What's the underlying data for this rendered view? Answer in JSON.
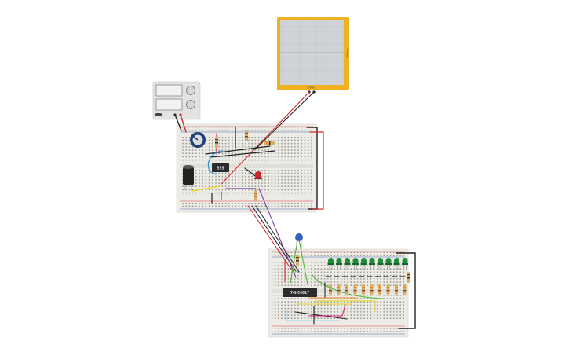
{
  "components": {
    "ic555": {
      "label": "555"
    },
    "counter": {
      "label": "74HC4017"
    },
    "oscilloscope": {
      "x_label": "Time",
      "y_label": "Voltage"
    }
  },
  "led_count": 10,
  "colors": {
    "breadboard": "#ecebe6",
    "rail_red": "#d93d3d",
    "rail_blue": "#4a6fb5",
    "led_green": "#1f8a3a",
    "led_red": "#c8262b",
    "scope_frame": "#f2b01e",
    "wire_red": "#d82929",
    "wire_black": "#222222",
    "wire_blue": "#2b8fd4",
    "wire_purple": "#7a3ea8",
    "wire_green": "#4dbb3a",
    "wire_yellow": "#e9d52b",
    "wire_orange": "#f08a1c",
    "wire_pink": "#d7207c"
  }
}
